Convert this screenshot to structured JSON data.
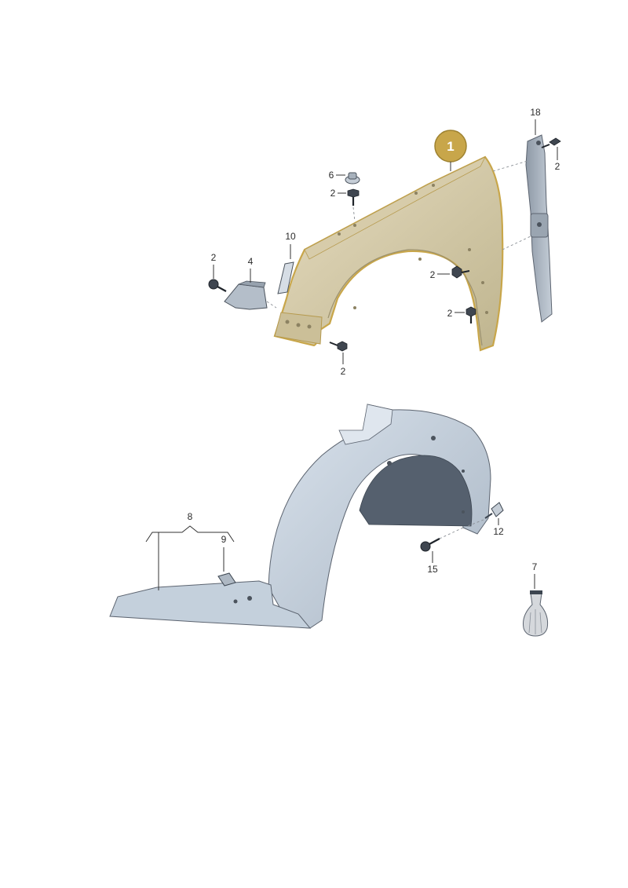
{
  "highlight_color": "#c8a64a",
  "highlight_fill": "#c9b27a",
  "callouts": {
    "c1": "1",
    "c18": "18",
    "c2_a": "2",
    "c6": "6",
    "c2_b": "2",
    "c10": "10",
    "c2_c": "2",
    "c4": "4",
    "c2_d": "2",
    "c2_e": "2",
    "c2_f": "2",
    "c8": "8",
    "c9": "9",
    "c12": "12",
    "c15": "15",
    "c7": "7"
  }
}
